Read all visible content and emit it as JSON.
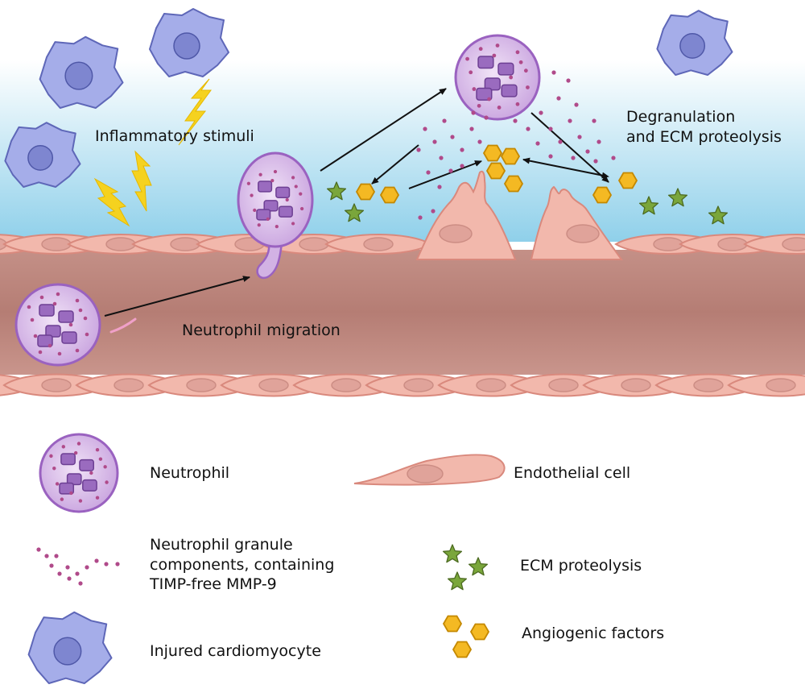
{
  "diagram": {
    "labels": {
      "inflammatory_stimuli": "Inflammatory stimuli",
      "degranulation": "Degranulation\nand ECM proteolysis",
      "neutrophil_migration": "Neutrophil migration"
    },
    "legend": {
      "neutrophil": "Neutrophil",
      "endothelial_cell": "Endothelial cell",
      "granule_components": "Neutrophil granule\ncomponents, containing\nTIMP-free MMP-9",
      "ecm_proteolysis": "ECM proteolysis",
      "injured_cardiomyocyte": "Injured cardiomyocyte",
      "angiogenic_factors": "Angiogenic  factors"
    },
    "colors": {
      "tissue_gradient_top": "#ffffff",
      "tissue_gradient_bottom": "#8fd0ea",
      "vessel_lumen": "#b8837a",
      "endothelial_fill": "#f2b8ac",
      "endothelial_stroke": "#d9897d",
      "neutrophil_fill": "#d7b7e6",
      "neutrophil_stroke": "#9a62c0",
      "granule": "#b04a8a",
      "cardiomyocyte_fill": "#a5ade9",
      "cardiomyocyte_stroke": "#5e67b8",
      "ecm_star": "#7aa63b",
      "angiogenic_hexagon": "#f4b923",
      "lightning": "#f5d21f"
    }
  }
}
